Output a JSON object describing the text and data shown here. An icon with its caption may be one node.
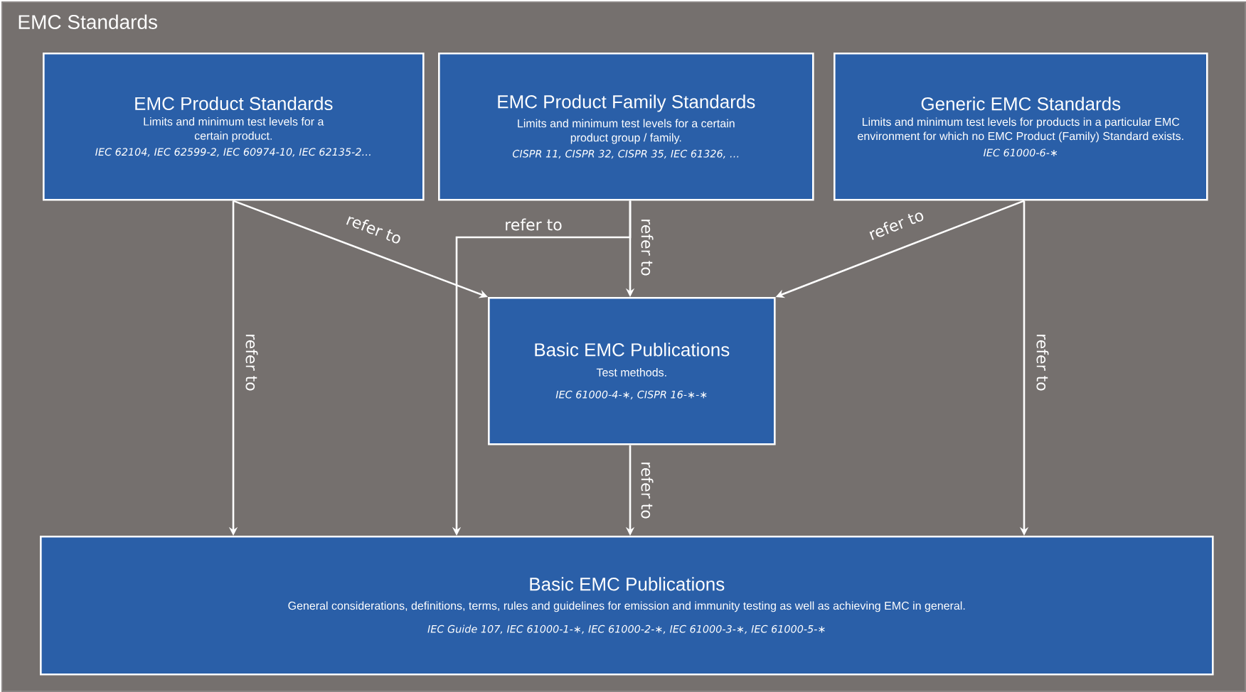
{
  "diagram": {
    "nodes": [
      {
        "text": [
          "EMC Standards"
        ]
      },
      {
        "text": [
          "EMC Product Standards",
          "Limits and minimum test levels for a certain product.",
          "IEC 62104, IEC 62599-2, IEC 60974-10, IEC 62135-2…"
        ],
        "in": 0
      },
      {
        "text": [
          "EMC Product Family Standards",
          "Limits and minimum test levels for a certain product group / family.",
          "CISPR 11, CISPR 32, CISPR 35, IEC 61326, …"
        ],
        "in": 0
      },
      {
        "text": [
          "Generic EMC Standards",
          "Limits and minimum test levels for products in a particular EMC environment for which no EMC Product (Family) Standard exists.",
          "IEC 61000-6-∗"
        ],
        "in": 0
      },
      {
        "text": [
          "Basic EMC Publications",
          "Test methods.",
          "IEC 61000-4-∗, CISPR 16-∗-∗"
        ],
        "in": 0
      },
      {
        "text": [
          "Basic EMC Publications",
          "General considerations, definitions, terms, rules and guidelines for emission and immunity testing as well as achieving EMC in general.",
          "IEC Guide 107, IEC 61000-1-∗, IEC 61000-2-∗, IEC 61000-3-∗, IEC 61000-5-∗"
        ],
        "in": 0
      }
    ],
    "edges": [
      {
        "from": 1,
        "to": 4,
        "arrow": "to",
        "label": "refer to"
      },
      {
        "from": 1,
        "to": 5,
        "arrow": "to",
        "label": "refer to"
      },
      {
        "from": 2,
        "to": 4,
        "arrow": "to",
        "label": "refer to"
      },
      {
        "from": 2,
        "to": 5,
        "arrow": "to",
        "label": "refer to"
      },
      {
        "from": 3,
        "to": 4,
        "arrow": "to",
        "label": "refer to"
      },
      {
        "from": 3,
        "to": 5,
        "arrow": "to",
        "label": "refer to"
      },
      {
        "from": 4,
        "to": 5,
        "arrow": "to",
        "label": "refer to"
      }
    ]
  }
}
